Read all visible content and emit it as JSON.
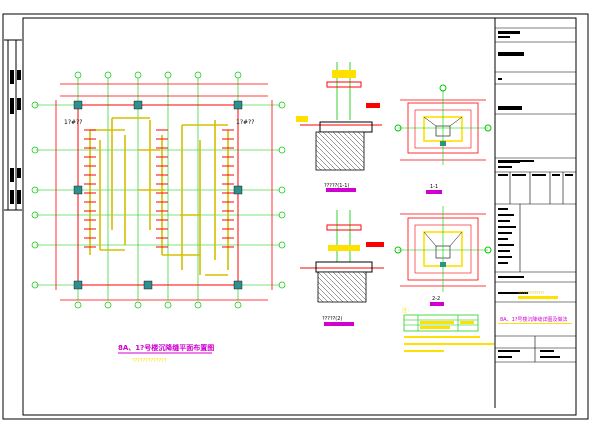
{
  "drawing": {
    "plan_title": "8A、1?号楼沉降缝平面布置图",
    "plan_note": "?????????????",
    "plan_left_label": "1?#??",
    "plan_right_label": "1?#??",
    "section_a_title": "?????(1-1)",
    "section_b_title": "?????(2)",
    "detail_a_title": "1-1",
    "detail_b_title": "2-2",
    "notes_label": "注：",
    "title_block_stamp": "??????????????",
    "title_block_drawing_name": "8A、1?号楼沉降缝详图及做法"
  },
  "colors": {
    "border": "#000000",
    "dimension_red": "#ff0000",
    "grid_green": "#00c800",
    "wall_yellow": "#d4c000",
    "column_teal": "#2f8f8f",
    "title_magenta": "#d000d0",
    "text_yellow": "#ffe000"
  }
}
